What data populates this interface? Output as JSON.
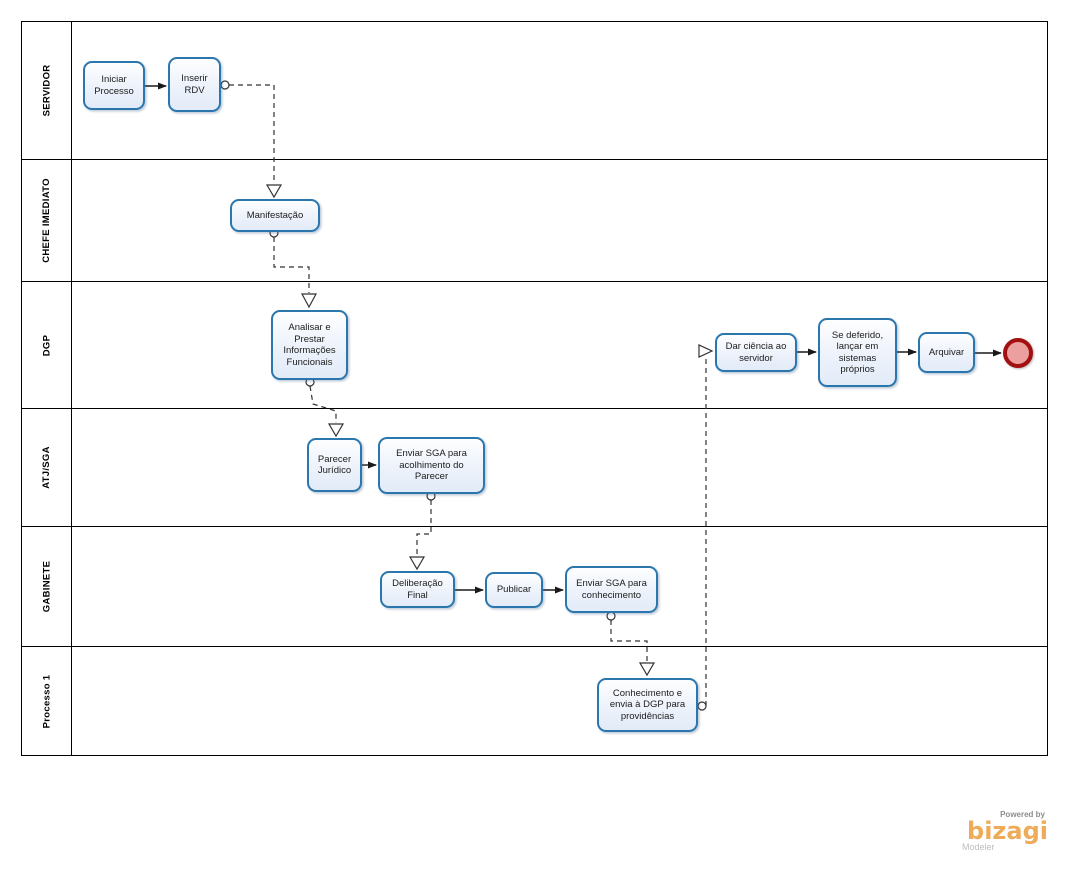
{
  "diagram": {
    "type": "bpmn-swimlane-process",
    "tool": "Bizagi Modeler"
  },
  "lanes": [
    {
      "label": "SERVIDOR"
    },
    {
      "label": "CHEFE IMEDIATO"
    },
    {
      "label": "DGP"
    },
    {
      "label": "ATJ/SGA"
    },
    {
      "label": "GABINETE"
    },
    {
      "label": "Processo 1"
    }
  ],
  "nodes": {
    "iniciar_processo": {
      "label": "Iniciar\nProcesso",
      "lane": "SERVIDOR",
      "type": "task"
    },
    "inserir_rdv": {
      "label": "Inserir\nRDV",
      "lane": "SERVIDOR",
      "type": "task"
    },
    "manifestacao": {
      "label": "Manifestação",
      "lane": "CHEFE IMEDIATO",
      "type": "task"
    },
    "analisar_prestar": {
      "label": "Analisar e\nPrestar\nInformações\nFuncionais",
      "lane": "DGP",
      "type": "task"
    },
    "dar_ciencia": {
      "label": "Dar ciência ao\nservidor",
      "lane": "DGP",
      "type": "task"
    },
    "se_deferido": {
      "label": "Se deferido,\nlançar em\nsistemas\npróprios",
      "lane": "DGP",
      "type": "task"
    },
    "arquivar": {
      "label": "Arquivar",
      "lane": "DGP",
      "type": "task"
    },
    "end_event": {
      "label": "",
      "lane": "DGP",
      "type": "end-event"
    },
    "parecer_juridico": {
      "label": "Parecer\nJurídico",
      "lane": "ATJ/SGA",
      "type": "task"
    },
    "enviar_sga_acolhimento": {
      "label": "Enviar SGA para\nacolhimento do\nParecer",
      "lane": "ATJ/SGA",
      "type": "task"
    },
    "deliberacao_final": {
      "label": "Deliberação\nFinal",
      "lane": "GABINETE",
      "type": "task"
    },
    "publicar": {
      "label": "Publicar",
      "lane": "GABINETE",
      "type": "task"
    },
    "enviar_sga_conhecimento": {
      "label": "Enviar SGA para\nconhecimento",
      "lane": "GABINETE",
      "type": "task"
    },
    "conhecimento_envia_dgp": {
      "label": "Conhecimento e\nenvia à DGP para\nprovidências",
      "lane": "Processo 1",
      "type": "task"
    }
  },
  "colors": {
    "task_border": "#2a76ad",
    "task_fill_top": "#fdfeff",
    "task_fill_bottom": "#e2ebf8",
    "end_event_border": "#a21010",
    "end_event_fill": "#ec9f9f",
    "sequence_flow": "#1a1a1a",
    "message_flow": "#333333",
    "lane_border": "#000000",
    "bizagi_orange": "#eeab59",
    "powered_gray": "#8d8d8d",
    "modeler_gray": "#bdbdbd"
  },
  "logo": {
    "powered_by": "Powered by",
    "brand": "bizagi",
    "product": "Modeler"
  }
}
